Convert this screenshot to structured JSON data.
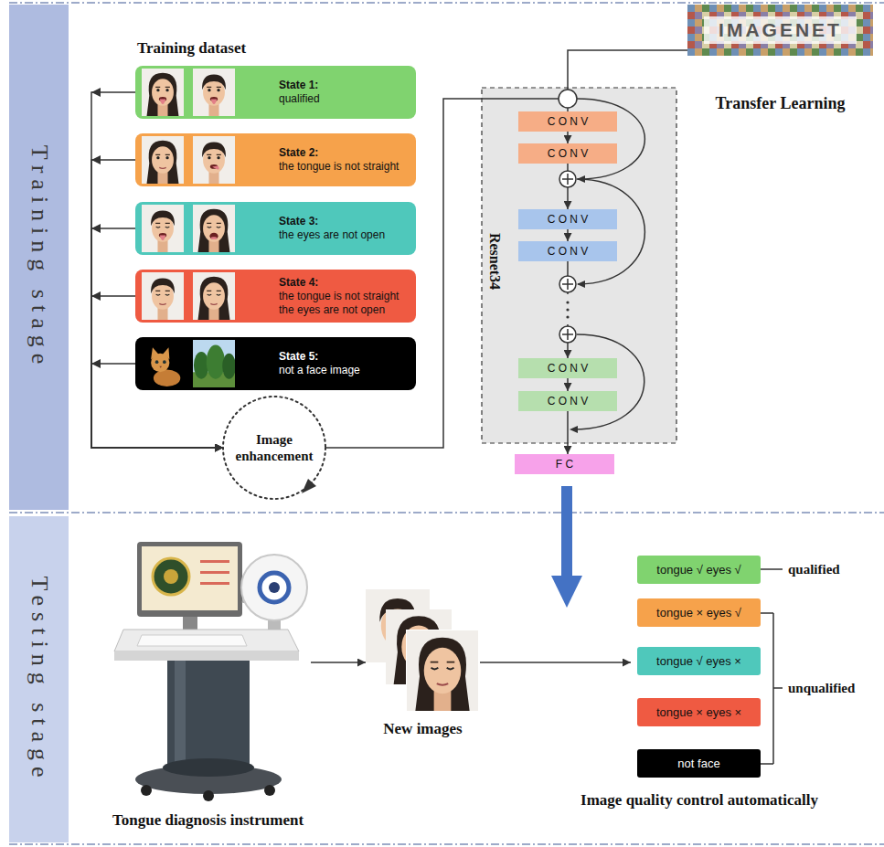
{
  "diagram": {
    "nodes": [
      {
        "text": [
          "Training stage"
        ]
      },
      {
        "text": [
          "State 1:",
          "qualified"
        ]
      },
      {
        "text": [
          "State 2:",
          "the tongue is not straight"
        ]
      },
      {
        "text": [
          "State 3:",
          "the eyes are not open"
        ]
      },
      {
        "text": [
          "State 4:",
          "the tongue is not straight the eyes are not open"
        ]
      },
      {
        "text": [
          "State 5:",
          "not a face image"
        ]
      },
      {
        "text": [
          "Image enhancement"
        ]
      },
      {
        "text": [
          "IMAGENET",
          "Transfer Learning"
        ]
      },
      {
        "text": [
          "Resnet34"
        ]
      },
      {
        "text": [
          "C O N V"
        ],
        "in": 8
      },
      {
        "text": [
          "C O N V"
        ],
        "in": 8
      },
      {
        "text": [
          "C O N V"
        ],
        "in": 8
      },
      {
        "text": [
          "C O N V"
        ],
        "in": 8
      },
      {
        "text": [
          "C O N V"
        ],
        "in": 8
      },
      {
        "text": [
          "C O N V"
        ],
        "in": 8
      },
      {
        "text": [
          "F C"
        ]
      },
      {
        "text": [
          "Testing stage"
        ]
      },
      {
        "text": [
          "Tongue diagnosis instrument"
        ]
      },
      {
        "text": [
          "New images"
        ]
      },
      {
        "text": [
          "Image quality control automatically"
        ]
      },
      {
        "text": [
          "tongue √ eyes √"
        ],
        "in": 19
      },
      {
        "text": [
          "tongue × eyes √"
        ],
        "in": 19
      },
      {
        "text": [
          "tongue √ eyes ×"
        ],
        "in": 19
      },
      {
        "text": [
          "tongue × eyes ×"
        ],
        "in": 19
      },
      {
        "text": [
          "not face"
        ],
        "in": 19
      }
    ],
    "edges": [
      {
        "from": 1,
        "to": 6,
        "arrow": "to"
      },
      {
        "from": 2,
        "to": 6,
        "arrow": "to"
      },
      {
        "from": 3,
        "to": 6,
        "arrow": "to"
      },
      {
        "from": 4,
        "to": 6,
        "arrow": "to"
      },
      {
        "from": 5,
        "to": 6,
        "arrow": "to"
      },
      {
        "from": 6,
        "to": 8,
        "arrow": "none"
      },
      {
        "from": 7,
        "to": 8,
        "arrow": "none"
      },
      {
        "from": 9,
        "to": 10,
        "arrow": "to"
      },
      {
        "from": 10,
        "to": 11,
        "arrow": "to"
      },
      {
        "from": 11,
        "to": 12,
        "arrow": "to"
      },
      {
        "from": 12,
        "to": 13,
        "arrow": "to"
      },
      {
        "from": 13,
        "to": 14,
        "arrow": "to"
      },
      {
        "from": 14,
        "to": 15,
        "arrow": "to"
      },
      {
        "from": 17,
        "to": 18,
        "arrow": "to"
      },
      {
        "from": 18,
        "to": 19,
        "arrow": "to"
      }
    ],
    "labels": [
      "Training dataset",
      "qualified",
      "unqualified"
    ]
  }
}
